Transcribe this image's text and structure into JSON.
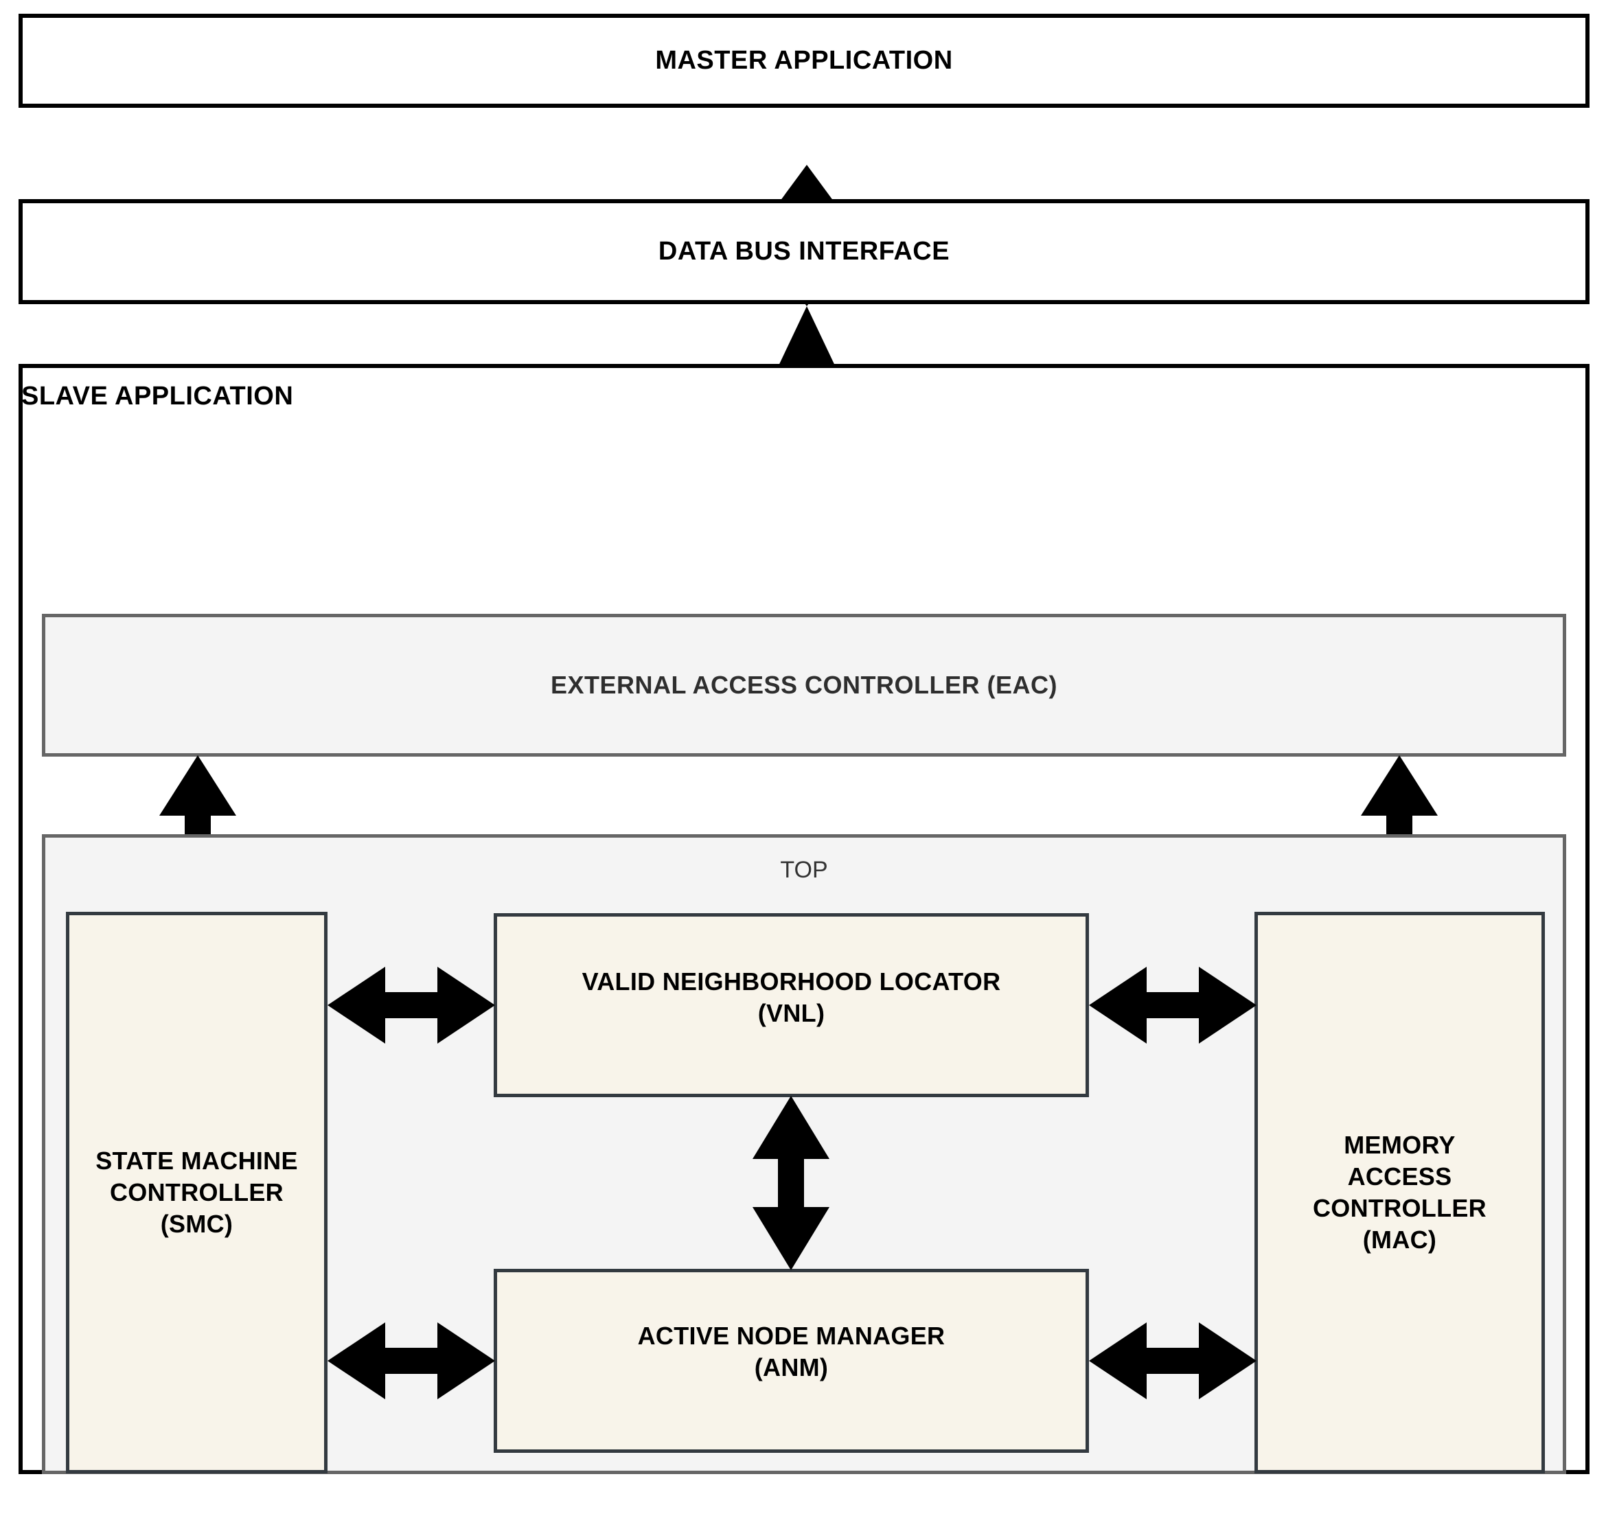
{
  "diagram": {
    "title_text": "System architecture block diagram",
    "colors": {
      "outer_border": "#000000",
      "panel_border": "#666666",
      "panel_fill": "#f4f4f4",
      "module_border": "#333a40",
      "module_fill": "#f8f4ea",
      "arrow_fill": "#000000",
      "page_background": "#ffffff",
      "top_label_color": "#333333",
      "eac_label_color": "#2e2e2e"
    },
    "blocks": {
      "master_application": "MASTER APPLICATION",
      "data_bus_interface": "DATA BUS INTERFACE",
      "slave_application": "SLAVE APPLICATION",
      "external_access_controller": "EXTERNAL ACCESS CONTROLLER (EAC)",
      "top": "TOP",
      "state_machine_controller_line1": "STATE MACHINE",
      "state_machine_controller_line2": "CONTROLLER",
      "state_machine_controller_line3": "(SMC)",
      "valid_neighborhood_locator_line1": "VALID NEIGHBORHOOD LOCATOR",
      "valid_neighborhood_locator_line2": "(VNL)",
      "active_node_manager_line1": "ACTIVE NODE MANAGER",
      "active_node_manager_line2": "(ANM)",
      "memory_access_controller_line1": "MEMORY",
      "memory_access_controller_line2": "ACCESS",
      "memory_access_controller_line3": "CONTROLLER",
      "memory_access_controller_line4": "(MAC)"
    },
    "connectors": [
      {
        "name": "master-to-databus",
        "orientation": "vertical",
        "from": "MASTER APPLICATION",
        "to": "DATA BUS INTERFACE"
      },
      {
        "name": "databus-to-eac",
        "orientation": "vertical",
        "from": "DATA BUS INTERFACE",
        "to": "EXTERNAL ACCESS CONTROLLER (EAC)"
      },
      {
        "name": "eac-to-smc",
        "orientation": "vertical",
        "from": "EXTERNAL ACCESS CONTROLLER (EAC)",
        "to": "STATE MACHINE CONTROLLER (SMC)"
      },
      {
        "name": "eac-to-mac",
        "orientation": "vertical",
        "from": "EXTERNAL ACCESS CONTROLLER (EAC)",
        "to": "MEMORY ACCESS CONTROLLER (MAC)"
      },
      {
        "name": "smc-to-vnl",
        "orientation": "horizontal",
        "from": "STATE MACHINE CONTROLLER (SMC)",
        "to": "VALID NEIGHBORHOOD LOCATOR (VNL)"
      },
      {
        "name": "vnl-to-mac",
        "orientation": "horizontal",
        "from": "VALID NEIGHBORHOOD LOCATOR (VNL)",
        "to": "MEMORY ACCESS CONTROLLER (MAC)"
      },
      {
        "name": "vnl-to-anm",
        "orientation": "vertical",
        "from": "VALID NEIGHBORHOOD LOCATOR (VNL)",
        "to": "ACTIVE NODE MANAGER (ANM)"
      },
      {
        "name": "smc-to-anm",
        "orientation": "horizontal",
        "from": "STATE MACHINE CONTROLLER (SMC)",
        "to": "ACTIVE NODE MANAGER (ANM)"
      },
      {
        "name": "anm-to-mac",
        "orientation": "horizontal",
        "from": "ACTIVE NODE MANAGER (ANM)",
        "to": "MEMORY ACCESS CONTROLLER (MAC)"
      }
    ]
  }
}
